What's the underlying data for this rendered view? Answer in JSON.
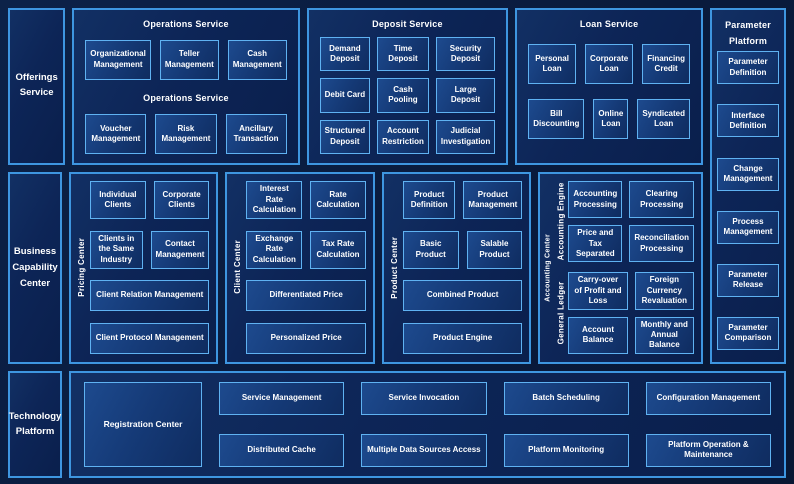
{
  "palette": {
    "page_bg": "#0a1d42",
    "panel_border": "#3e96e0",
    "box_border": "#5fb2f2",
    "box_fill": "#153a77",
    "text": "#ffffff"
  },
  "offerings": {
    "label": "Offerings Service"
  },
  "operations": {
    "title": "Operations Service",
    "subtitle": "Operations Service",
    "row1": [
      "Organizational Management",
      "Teller Management",
      "Cash Management"
    ],
    "row2": [
      "Voucher Management",
      "Risk Management",
      "Ancillary Transaction"
    ]
  },
  "deposit": {
    "title": "Deposit Service",
    "boxes": [
      "Demand Deposit",
      "Time Deposit",
      "Security Deposit",
      "Debit Card",
      "Cash Pooling",
      "Large Deposit",
      "Structured Deposit",
      "Account Restriction",
      "Judicial Investigation"
    ]
  },
  "loan": {
    "title": "Loan Service",
    "row1": [
      "Personal Loan",
      "Corporate Loan",
      "Financing Credit"
    ],
    "row2": [
      "Bill Discounting",
      "Online Loan",
      "Syndicated Loan"
    ]
  },
  "parameter": {
    "title": "Parameter Platform",
    "boxes": [
      "Parameter Definition",
      "Interface Definition",
      "Change Management",
      "Process Management",
      "Parameter Release",
      "Parameter Comparison"
    ]
  },
  "business": {
    "label": "Business Capability Center"
  },
  "pricing": {
    "label": "Pricing Center",
    "grid": [
      "Individual Clients",
      "Corporate Clients",
      "Clients in the Same Industry",
      "Contact Management"
    ],
    "wide": [
      "Client Relation Management",
      "Client Protocol Management"
    ]
  },
  "client": {
    "label": "Client Center",
    "grid": [
      "Interest Rate Calculation",
      "Rate Calculation",
      "Exchange Rate Calculation",
      "Tax Rate Calculation"
    ],
    "wide": [
      "Differentiated Price",
      "Personalized Price"
    ]
  },
  "product": {
    "label": "Product Center",
    "grid": [
      "Product Definition",
      "Product Management",
      "Basic Product",
      "Salable Product"
    ],
    "wide": [
      "Combined Product",
      "Product Engine"
    ]
  },
  "accounting": {
    "label": "Accounting Center",
    "groups": [
      {
        "label": "Accounting Engine",
        "boxes": [
          "Accounting Processing",
          "Clearing Processing",
          "Price and Tax Separated",
          "Reconciliation Processing"
        ]
      },
      {
        "label": "General Ledger",
        "boxes": [
          "Carry-over of Profit and Loss",
          "Foreign Currency Revaluation",
          "Account Balance",
          "Monthly and Annual Balance"
        ]
      }
    ]
  },
  "technology": {
    "label": "Technology Platform",
    "registration": "Registration Center",
    "columns": [
      [
        "Service Management",
        "Distributed Cache"
      ],
      [
        "Service Invocation",
        "Multiple Data Sources Access"
      ],
      [
        "Batch Scheduling",
        "Platform Monitoring"
      ],
      [
        "Configuration Management",
        "Platform Operation & Maintenance"
      ]
    ]
  }
}
